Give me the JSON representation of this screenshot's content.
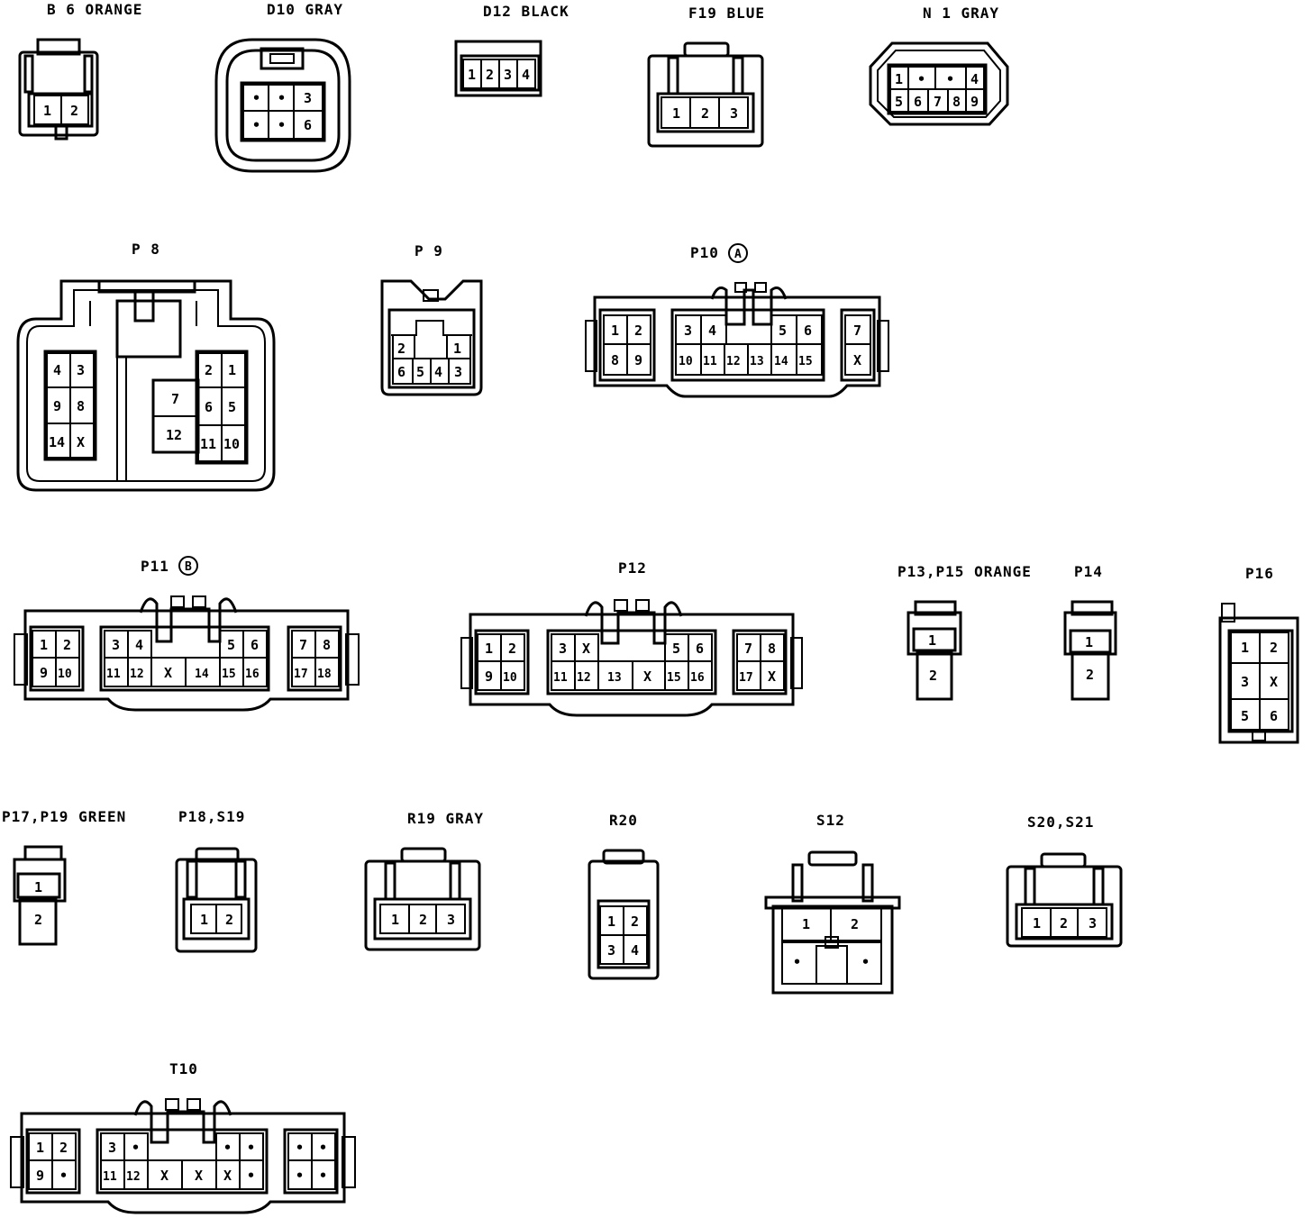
{
  "connectors": [
    {
      "id": "b6",
      "label": "B 6 ORANGE",
      "pins": [
        "1",
        "2"
      ]
    },
    {
      "id": "d10",
      "label": "D10 GRAY",
      "pins": [
        "•",
        "•",
        "3",
        "•",
        "•",
        "6"
      ]
    },
    {
      "id": "d12",
      "label": "D12 BLACK",
      "pins": [
        "1",
        "2",
        "3",
        "4"
      ]
    },
    {
      "id": "f19",
      "label": "F19 BLUE",
      "pins": [
        "1",
        "2",
        "3"
      ]
    },
    {
      "id": "n1",
      "label": "N 1 GRAY",
      "pins": [
        "1",
        "•",
        "•",
        "4",
        "5",
        "6",
        "7",
        "8",
        "9"
      ]
    },
    {
      "id": "p8",
      "label": "P 8",
      "pins": [
        "4",
        "3",
        "9",
        "8",
        "14",
        "X",
        "7",
        "12",
        "2",
        "1",
        "6",
        "5",
        "11",
        "10"
      ]
    },
    {
      "id": "p9",
      "label": "P 9",
      "pins": [
        "2",
        "1",
        "6",
        "5",
        "4",
        "3"
      ]
    },
    {
      "id": "p10",
      "label": "P10",
      "badge": "A",
      "pins": [
        "1",
        "2",
        "8",
        "9",
        "3",
        "4",
        "10",
        "11",
        "12",
        "13",
        "14",
        "15",
        "5",
        "6",
        "7",
        "X"
      ]
    },
    {
      "id": "p11",
      "label": "P11",
      "badge": "B",
      "pins": [
        "1",
        "2",
        "9",
        "10",
        "3",
        "4",
        "11",
        "12",
        "X",
        "14",
        "15",
        "16",
        "5",
        "6",
        "7",
        "8",
        "17",
        "18"
      ]
    },
    {
      "id": "p12",
      "label": "P12",
      "pins": [
        "1",
        "2",
        "9",
        "10",
        "3",
        "X",
        "11",
        "12",
        "13",
        "X",
        "15",
        "16",
        "5",
        "6",
        "7",
        "8",
        "17",
        "X"
      ]
    },
    {
      "id": "p13",
      "label": "P13,P15 ORANGE",
      "pins": [
        "1",
        "2"
      ]
    },
    {
      "id": "p14",
      "label": "P14",
      "pins": [
        "1",
        "2"
      ]
    },
    {
      "id": "p16",
      "label": "P16",
      "pins": [
        "1",
        "2",
        "3",
        "X",
        "5",
        "6"
      ]
    },
    {
      "id": "p17",
      "label": "P17,P19 GREEN",
      "pins": [
        "1",
        "2"
      ]
    },
    {
      "id": "p18",
      "label": "P18,S19",
      "pins": [
        "1",
        "2"
      ]
    },
    {
      "id": "r19",
      "label": "R19 GRAY",
      "pins": [
        "1",
        "2",
        "3"
      ]
    },
    {
      "id": "r20",
      "label": "R20",
      "pins": [
        "1",
        "2",
        "3",
        "4"
      ]
    },
    {
      "id": "s12",
      "label": "S12",
      "pins": [
        "1",
        "2",
        "•",
        "•"
      ]
    },
    {
      "id": "s20",
      "label": "S20,S21",
      "pins": [
        "1",
        "2",
        "3"
      ]
    },
    {
      "id": "t10",
      "label": "T10",
      "pins": [
        "1",
        "2",
        "9",
        "•",
        "3",
        "•",
        "11",
        "12",
        "X",
        "X",
        "•",
        "•",
        "X",
        "•",
        "•",
        "•",
        "•",
        "•"
      ]
    }
  ]
}
